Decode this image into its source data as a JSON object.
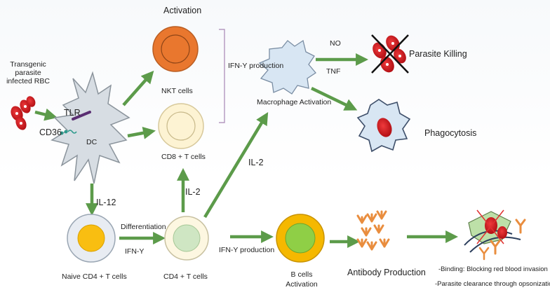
{
  "title": "Activation",
  "parasite_label": "Transgenic parasite infected RBC",
  "dc": {
    "label": "DC",
    "tlr": "TLR",
    "cd36": "CD36"
  },
  "cells": {
    "nkt": "NKT cells",
    "cd8": "CD8 + T cells",
    "naive": "Naive CD4 + T cells",
    "cd4": "CD4 + T cells",
    "bcell_line1": "B cells",
    "bcell_line2": "Activation"
  },
  "signals": {
    "il12": "IL-12",
    "differentiation": "Differentiation",
    "ifny_diff": "IFN-Y",
    "il2_up": "IL-2",
    "il2_mac": "IL-2",
    "ifny_prod_bracket": "IFN-Y production",
    "ifny_prod_b": "IFN-Y production",
    "no": "NO",
    "tnf": "TNF"
  },
  "macrophage": "Macrophage Activation",
  "outcomes": {
    "parasite_killing": "Parasite Killing",
    "phagocytosis": "Phagocytosis",
    "antibody_production": "Antibody Production",
    "binding": "-Binding: Blocking red blood invasion",
    "clearance": "-Parasite clearance through opsonization"
  },
  "colors": {
    "arrow": "#5c9b4a",
    "nkt": "#e9772e",
    "cd8": "#fdf3d3",
    "naive_inner": "#f9be11",
    "cd4_inner": "#cfe6c3",
    "bcell_outer": "#f5b800",
    "bcell_inner": "#8fcf46",
    "rbc": "#d9171d",
    "antibody": "#e98d3e",
    "macrophage": "#d8e6f3",
    "bracket": "#a786b5"
  }
}
